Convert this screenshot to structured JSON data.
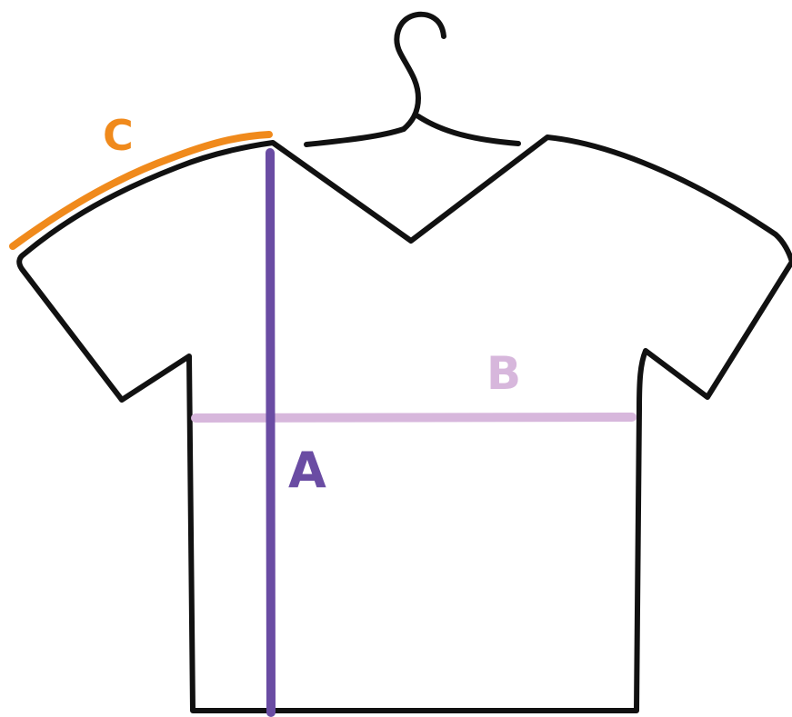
{
  "measurements": [
    {
      "key": "A",
      "label": "A",
      "color": "#6a4ca3"
    },
    {
      "key": "B",
      "label": "B",
      "color": "#d7b7dc"
    },
    {
      "key": "C",
      "label": "C",
      "color": "#f08a1c"
    }
  ],
  "outline_color": "#111111",
  "background": "#ffffff"
}
